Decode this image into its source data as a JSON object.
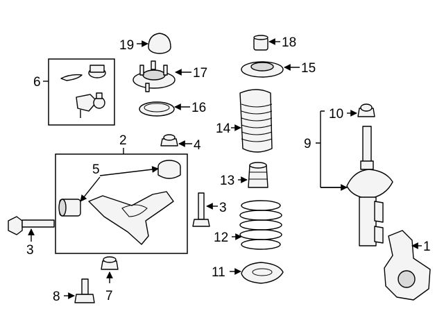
{
  "diagram": {
    "callouts": {
      "c1": "1",
      "c2": "2",
      "c3a": "3",
      "c3b": "3",
      "c4": "4",
      "c5": "5",
      "c6": "6",
      "c7": "7",
      "c8": "8",
      "c9": "9",
      "c10": "10",
      "c11": "11",
      "c12": "12",
      "c13": "13",
      "c14": "14",
      "c15": "15",
      "c16": "16",
      "c17": "17",
      "c18": "18",
      "c19": "19"
    }
  }
}
